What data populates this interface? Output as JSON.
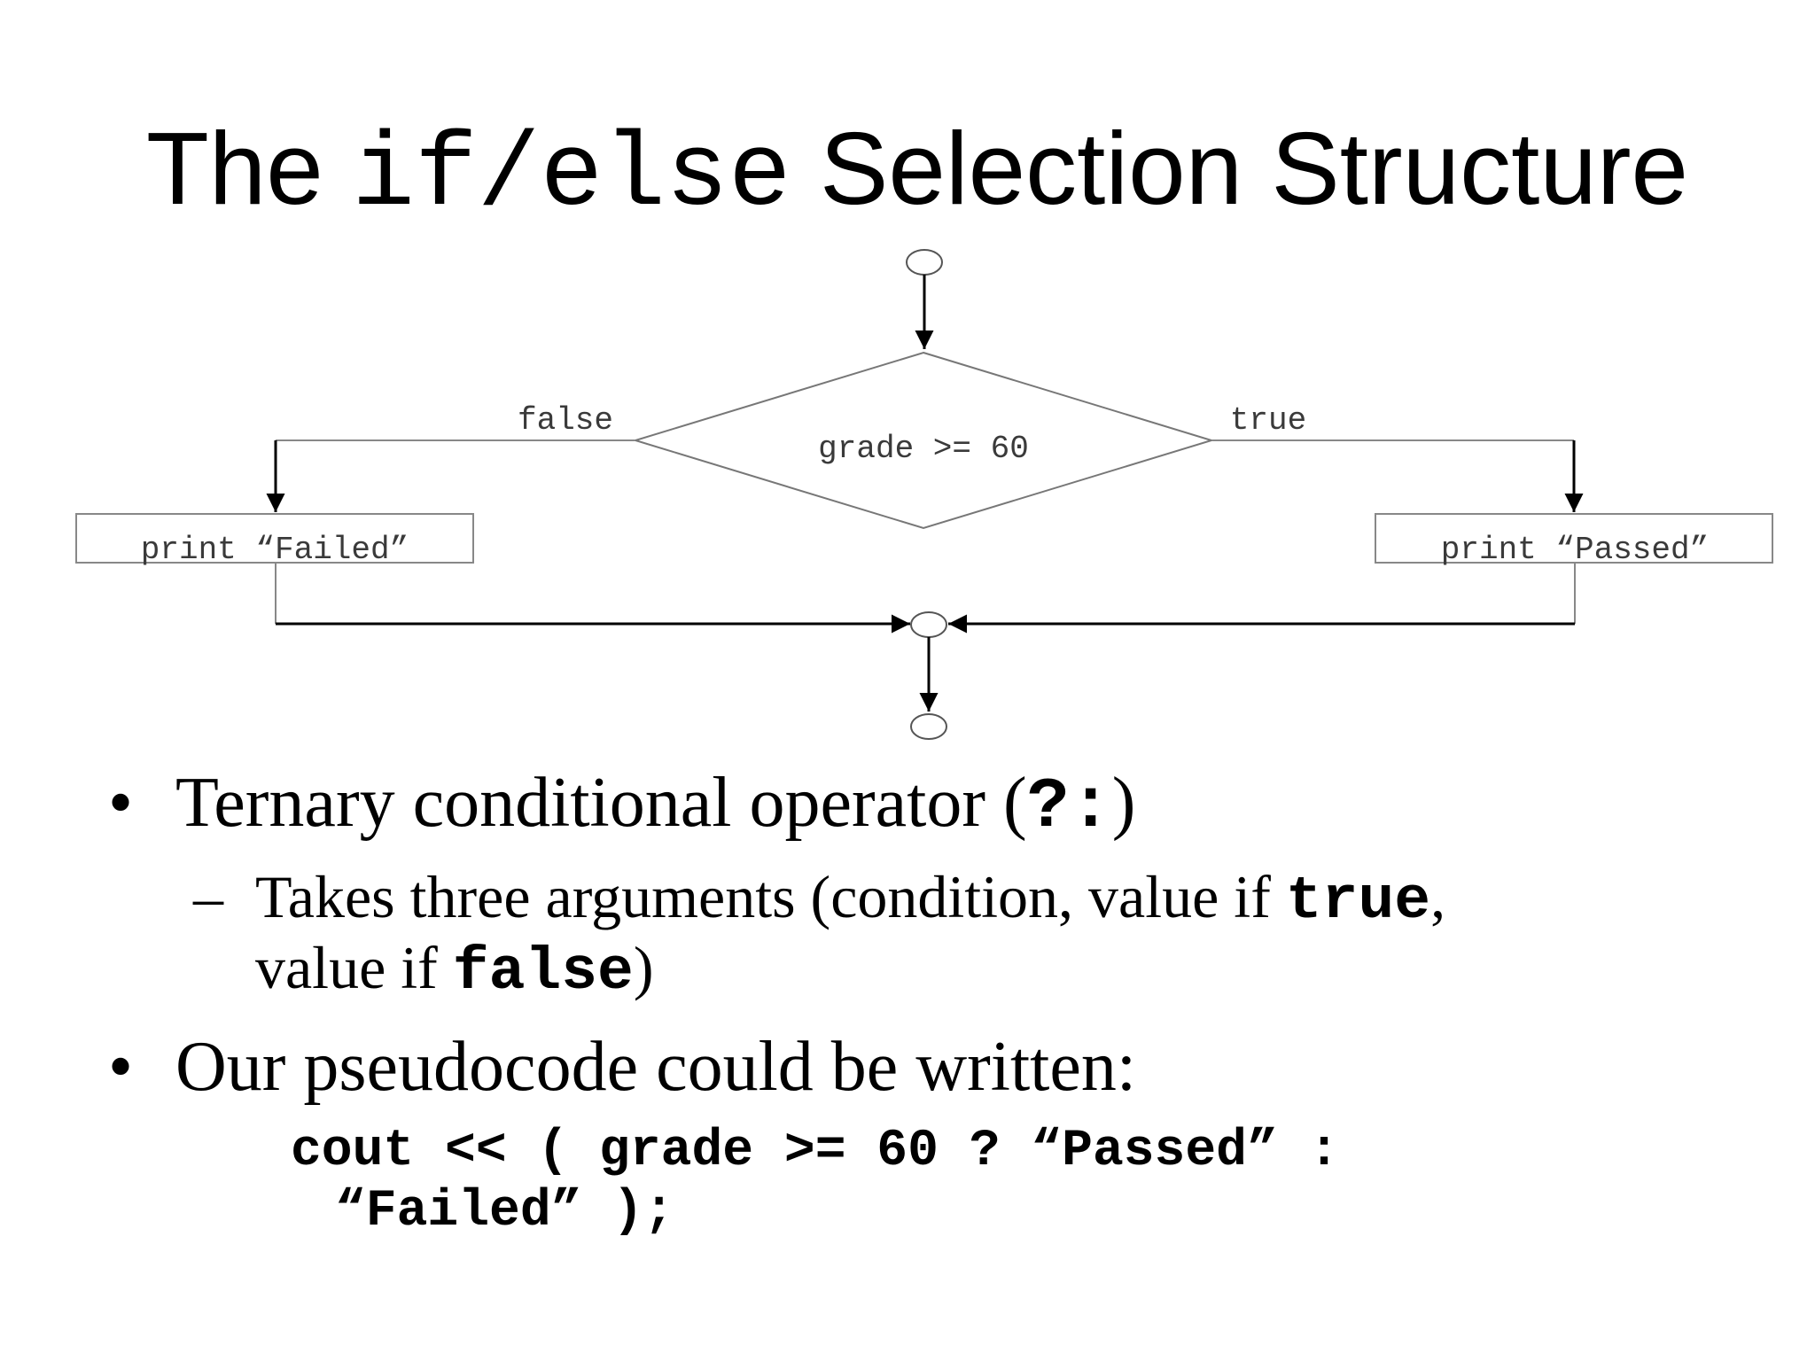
{
  "title": {
    "prefix": "The",
    "code": "if/else",
    "suffix": "Selection Structure"
  },
  "flowchart": {
    "condition": "grade >= 60",
    "false_label": "false",
    "true_label": "true",
    "false_action": "print “Failed”",
    "true_action": "print “Passed”"
  },
  "bullets": [
    {
      "marker": "•",
      "text": "Ternary conditional operator (",
      "code": "?:",
      "text_after": ")"
    },
    {
      "marker": "–",
      "line1_text": "Takes three arguments (condition, value if ",
      "line1_code": "true",
      "line1_after": ",",
      "line2_text": "value if ",
      "line2_code": "false",
      "line2_after": ")"
    },
    {
      "marker": "•",
      "text": "Our pseudocode could be written:"
    }
  ],
  "code": {
    "line1": "cout << ( grade >= 60 ? “Passed” :",
    "line2": "“Failed” );"
  }
}
